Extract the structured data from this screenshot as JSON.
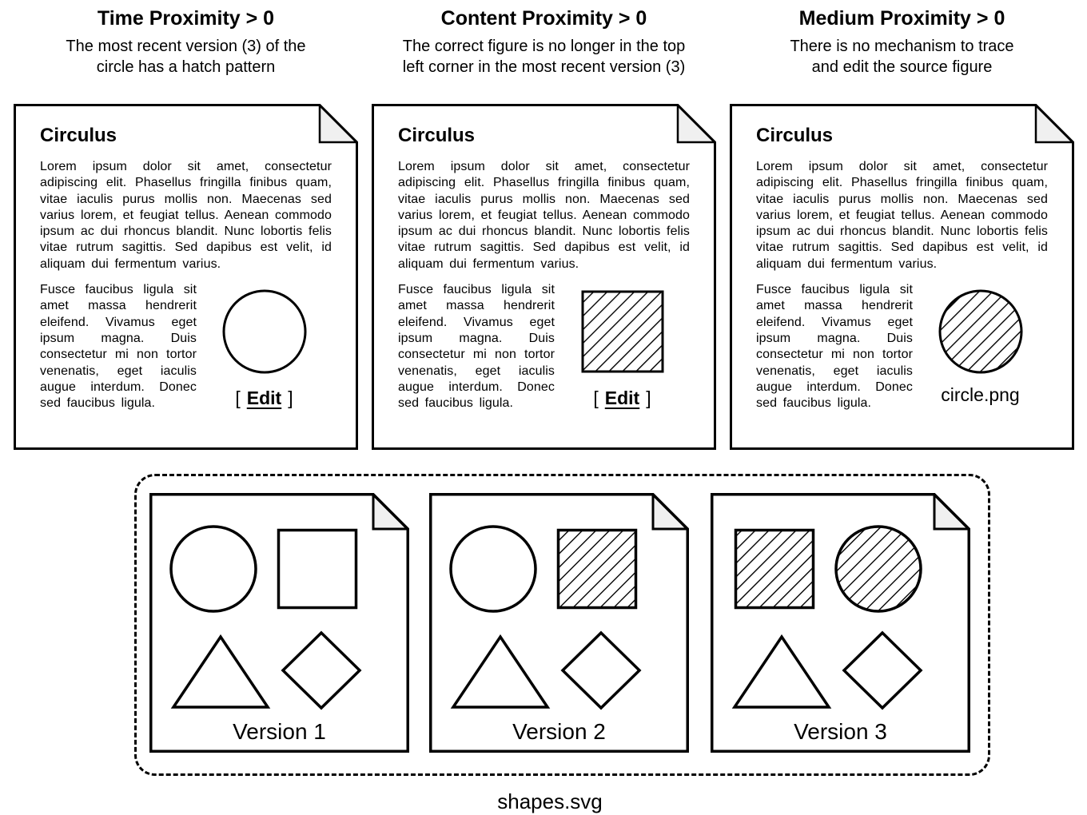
{
  "colors": {
    "ink": "#000000",
    "paper": "#ffffff",
    "fold": "#f0f0f0",
    "hatch": "#000000"
  },
  "columns": [
    {
      "heading": "Time Proximity > 0",
      "subtitle": "The most recent version (3) of the\ncircle has a hatch pattern",
      "document": {
        "title": "Circulus",
        "paragraph1": "Lorem ipsum dolor sit amet, consectetur adipiscing elit. Phasellus fringilla finibus quam, vitae iaculis purus mollis non. Maecenas sed varius lorem, et feugiat tellus. Aenean commodo ipsum ac dui rhoncus blandit. Nunc lobortis felis vitae rutrum sagittis. Sed dapibus est velit, id aliquam dui fermentum varius.",
        "paragraph2": "Fusce faucibus ligula sit amet massa hendrerit eleifend. Vivamus eget ipsum magna. Duis consectetur mi non tortor venenatis, eget iaculis augue interdum. Donec sed faucibus ligula.",
        "figure": {
          "type": "circle",
          "hatched": false
        },
        "caption": {
          "style": "edit",
          "open": "[",
          "label": "Edit",
          "close": "]"
        }
      }
    },
    {
      "heading": "Content Proximity > 0",
      "subtitle": "The correct figure is no longer in the top\nleft corner in the most recent version (3)",
      "document": {
        "title": "Circulus",
        "paragraph1": "Lorem ipsum dolor sit amet, consectetur adipiscing elit. Phasellus fringilla finibus quam, vitae iaculis purus mollis non. Maecenas sed varius lorem, et feugiat tellus. Aenean commodo ipsum ac dui rhoncus blandit. Nunc lobortis felis vitae rutrum sagittis. Sed dapibus est velit, id aliquam dui fermentum varius.",
        "paragraph2": "Fusce faucibus ligula sit amet massa hendrerit eleifend. Vivamus eget ipsum magna. Duis consectetur mi non tortor venenatis, eget iaculis augue interdum. Donec sed faucibus ligula.",
        "figure": {
          "type": "square",
          "hatched": true
        },
        "caption": {
          "style": "edit",
          "open": "[",
          "label": "Edit",
          "close": "]"
        }
      }
    },
    {
      "heading": "Medium Proximity > 0",
      "subtitle": "There is no mechanism to trace\nand edit the source figure",
      "document": {
        "title": "Circulus",
        "paragraph1": "Lorem ipsum dolor sit amet, consectetur adipiscing elit. Phasellus fringilla finibus quam, vitae iaculis purus mollis non. Maecenas sed varius lorem, et feugiat tellus. Aenean commodo ipsum ac dui rhoncus blandit. Nunc lobortis felis vitae rutrum sagittis. Sed dapibus est velit, id aliquam dui fermentum varius.",
        "paragraph2": "Fusce faucibus ligula sit amet massa hendrerit eleifend. Vivamus eget ipsum magna. Duis consectetur mi non tortor venenatis, eget iaculis augue interdum. Donec sed faucibus ligula.",
        "figure": {
          "type": "circle",
          "hatched": true
        },
        "caption": {
          "style": "filename",
          "label": "circle.png"
        }
      }
    }
  ],
  "versions_panel": {
    "file_label": "shapes.svg",
    "versions": [
      {
        "label": "Version 1",
        "shapes": [
          {
            "type": "circle",
            "hatched": false
          },
          {
            "type": "square",
            "hatched": false
          },
          {
            "type": "triangle",
            "hatched": false
          },
          {
            "type": "diamond",
            "hatched": false
          }
        ]
      },
      {
        "label": "Version 2",
        "shapes": [
          {
            "type": "circle",
            "hatched": false
          },
          {
            "type": "square",
            "hatched": true
          },
          {
            "type": "triangle",
            "hatched": false
          },
          {
            "type": "diamond",
            "hatched": false
          }
        ]
      },
      {
        "label": "Version 3",
        "shapes": [
          {
            "type": "square",
            "hatched": true
          },
          {
            "type": "circle",
            "hatched": true
          },
          {
            "type": "triangle",
            "hatched": false
          },
          {
            "type": "diamond",
            "hatched": false
          }
        ]
      }
    ]
  }
}
